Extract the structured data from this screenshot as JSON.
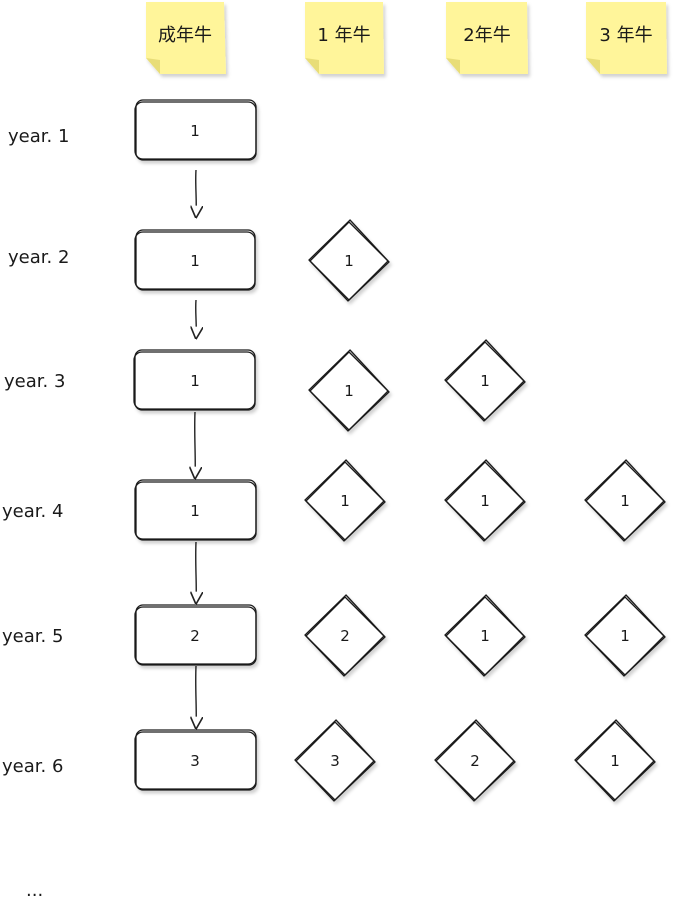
{
  "columns": [
    {
      "label": "成年牛"
    },
    {
      "label": "1 年牛"
    },
    {
      "label": "2年牛"
    },
    {
      "label": "3 年牛"
    }
  ],
  "rows": [
    {
      "label": "year. 1",
      "values": [
        "1",
        "",
        "",
        ""
      ]
    },
    {
      "label": "year. 2",
      "values": [
        "1",
        "1",
        "",
        ""
      ]
    },
    {
      "label": "year. 3",
      "values": [
        "1",
        "1",
        "1",
        ""
      ]
    },
    {
      "label": "year. 4",
      "values": [
        "1",
        "1",
        "1",
        "1"
      ]
    },
    {
      "label": "year. 5",
      "values": [
        "2",
        "2",
        "1",
        "1"
      ]
    },
    {
      "label": "year. 6",
      "values": [
        "3",
        "3",
        "2",
        "1"
      ]
    }
  ],
  "ellipsis": "..."
}
